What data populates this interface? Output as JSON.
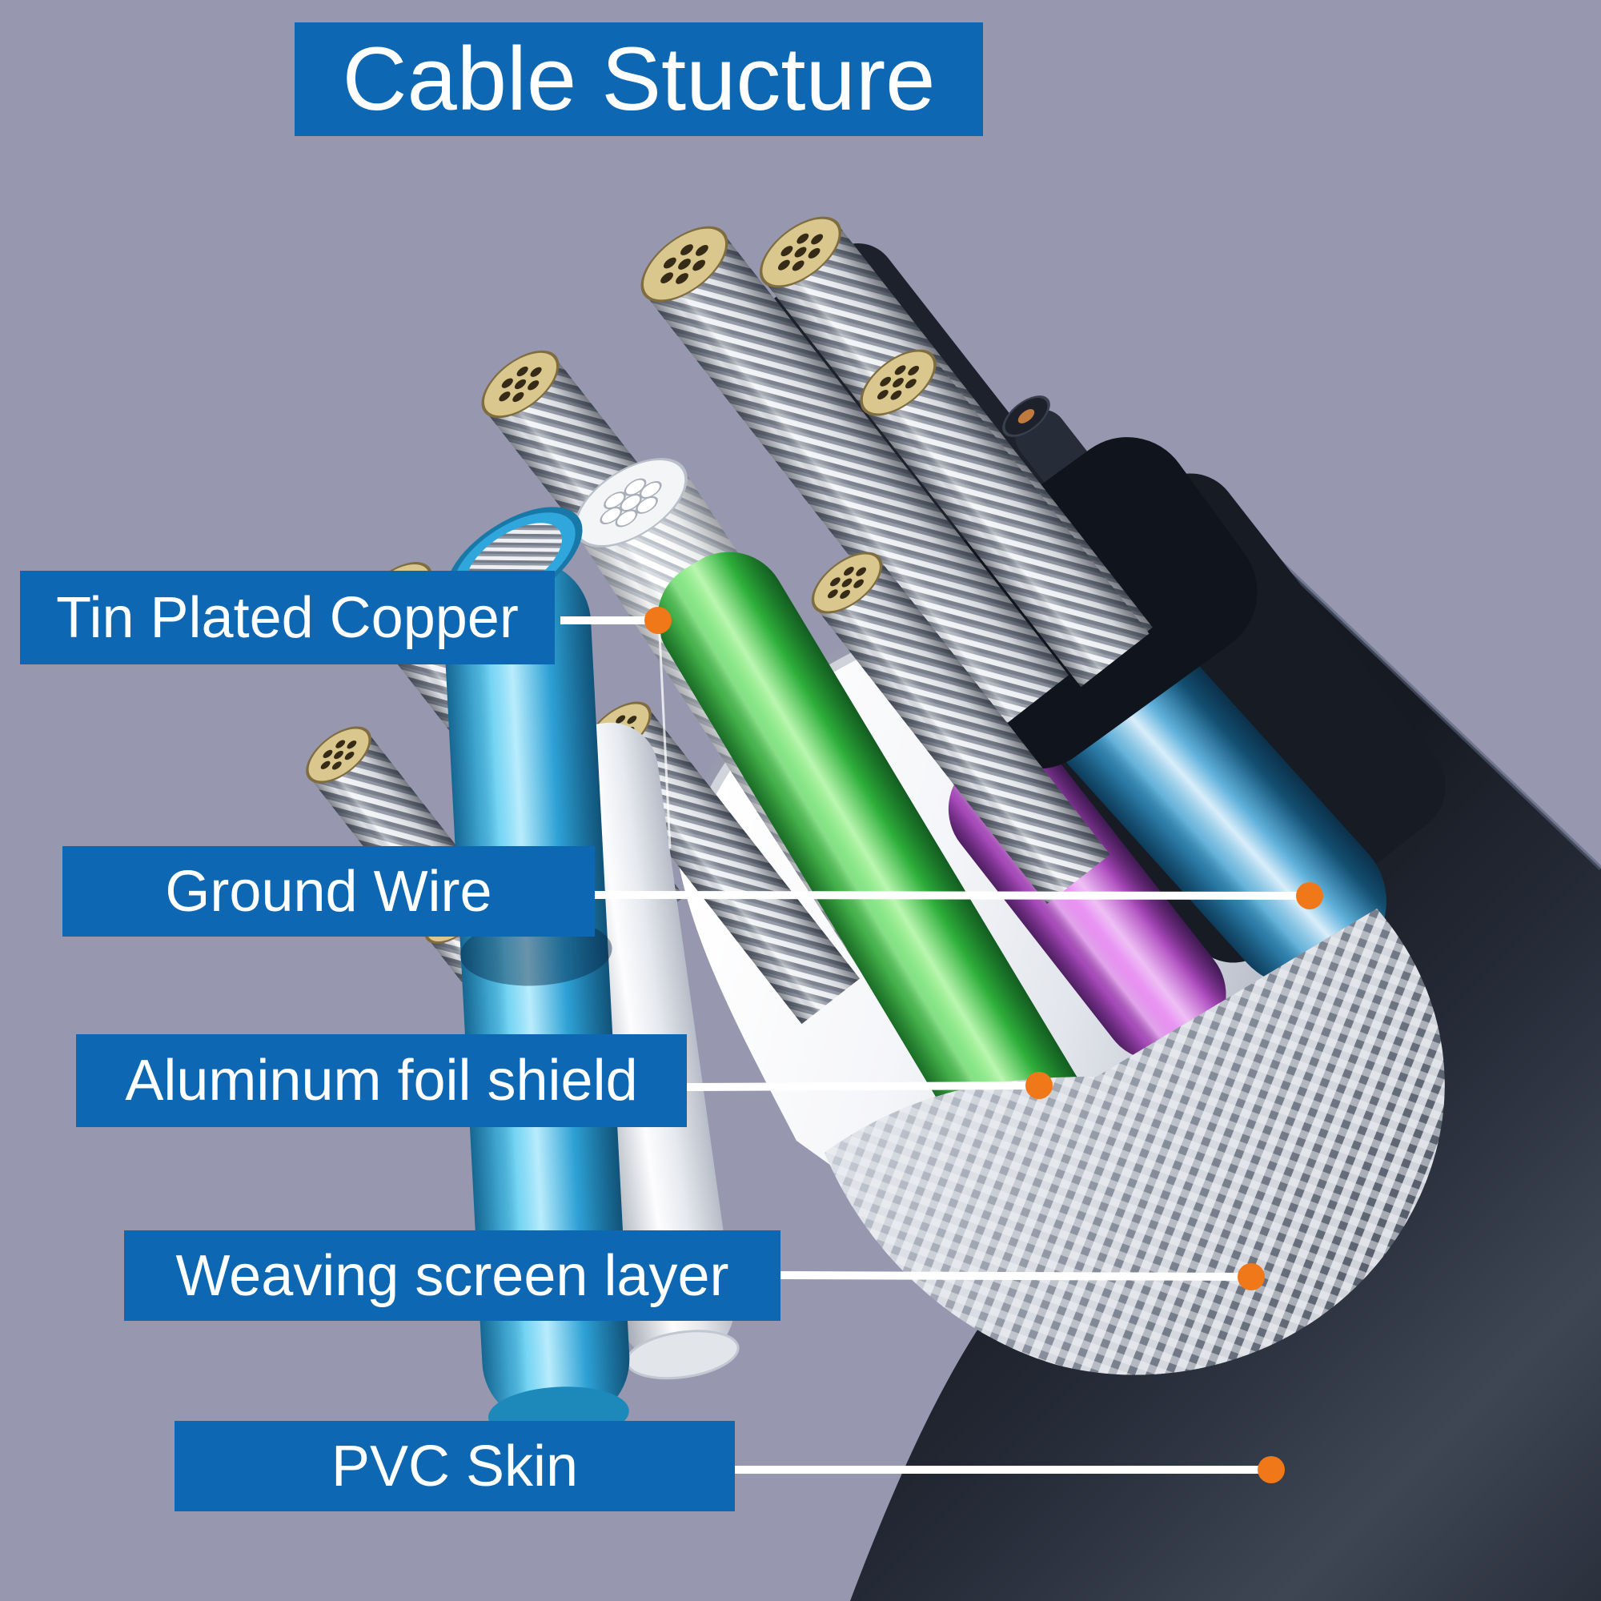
{
  "title": {
    "text": "Cable Stucture"
  },
  "labels": [
    {
      "id": "tin-plated-copper",
      "text": "Tin Plated Copper"
    },
    {
      "id": "ground-wire",
      "text": "Ground Wire"
    },
    {
      "id": "aluminum-foil-shield",
      "text": "Aluminum foil shield"
    },
    {
      "id": "weaving-screen-layer",
      "text": "Weaving screen layer"
    },
    {
      "id": "pvc-skin",
      "text": "PVC Skin"
    }
  ],
  "palette": {
    "background": "#9797b0",
    "label_blue": "#0d67b2",
    "text_white": "#ffffff",
    "accent_orange": "#f07818",
    "leader_white": "#ffffff",
    "jacket_dark": "#2e3440",
    "foil_white": "#f4f6f9",
    "braid_gray": "#9aa0ac",
    "copper": "#c9854e",
    "cyan_wire": "#2fa7dc",
    "green_wire": "#43cb51",
    "magenta_wire": "#d966e0",
    "yellow_wire": "#d8a62c",
    "steel_blue_wire": "#2f89c0",
    "silver": "#dfe2e8",
    "tan_tip": "#d9c78d"
  }
}
